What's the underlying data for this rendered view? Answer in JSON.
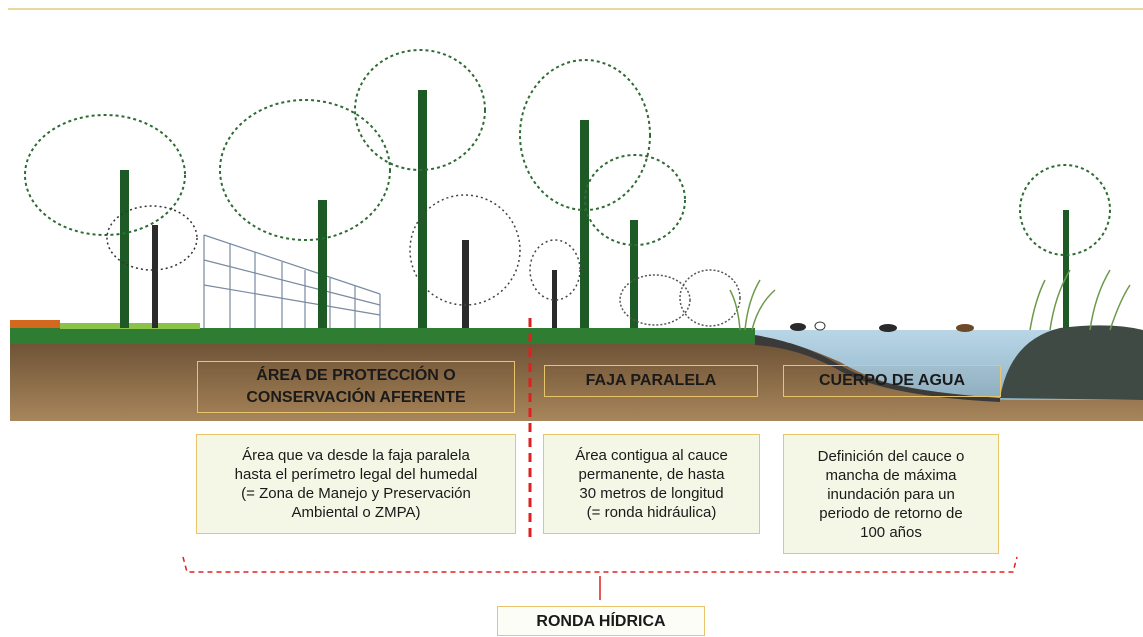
{
  "zones": [
    {
      "id": "proteccion",
      "title": "ÁREA DE PROTECCIÓN O\nCONSERVACIÓN AFERENTE",
      "description": "Área que va desde la faja paralela\nhasta el perímetro legal del humedal\n(= Zona de Manejo y Preservación\nAmbiental o ZMPA)"
    },
    {
      "id": "faja",
      "title": "FAJA PARALELA",
      "description": "Área contigua al cauce\npermanente, de hasta\n30 metros de longitud\n(= ronda hidráulica)"
    },
    {
      "id": "cuerpo",
      "title": "CUERPO DE AGUA",
      "description": "Definición del cauce o\nmancha de máxima\ninundación para un\nperiodo de retorno de\n100 años"
    }
  ],
  "ronda_label": "RONDA HÍDRICA",
  "colors": {
    "soil": "#8b6a44",
    "grass": "#2e7d32",
    "water": "#a9c9dc",
    "tree": "#1e5a26",
    "box_border": "#e9c46a",
    "box_fill": "#f4f7e6",
    "divider": "#e02020"
  }
}
